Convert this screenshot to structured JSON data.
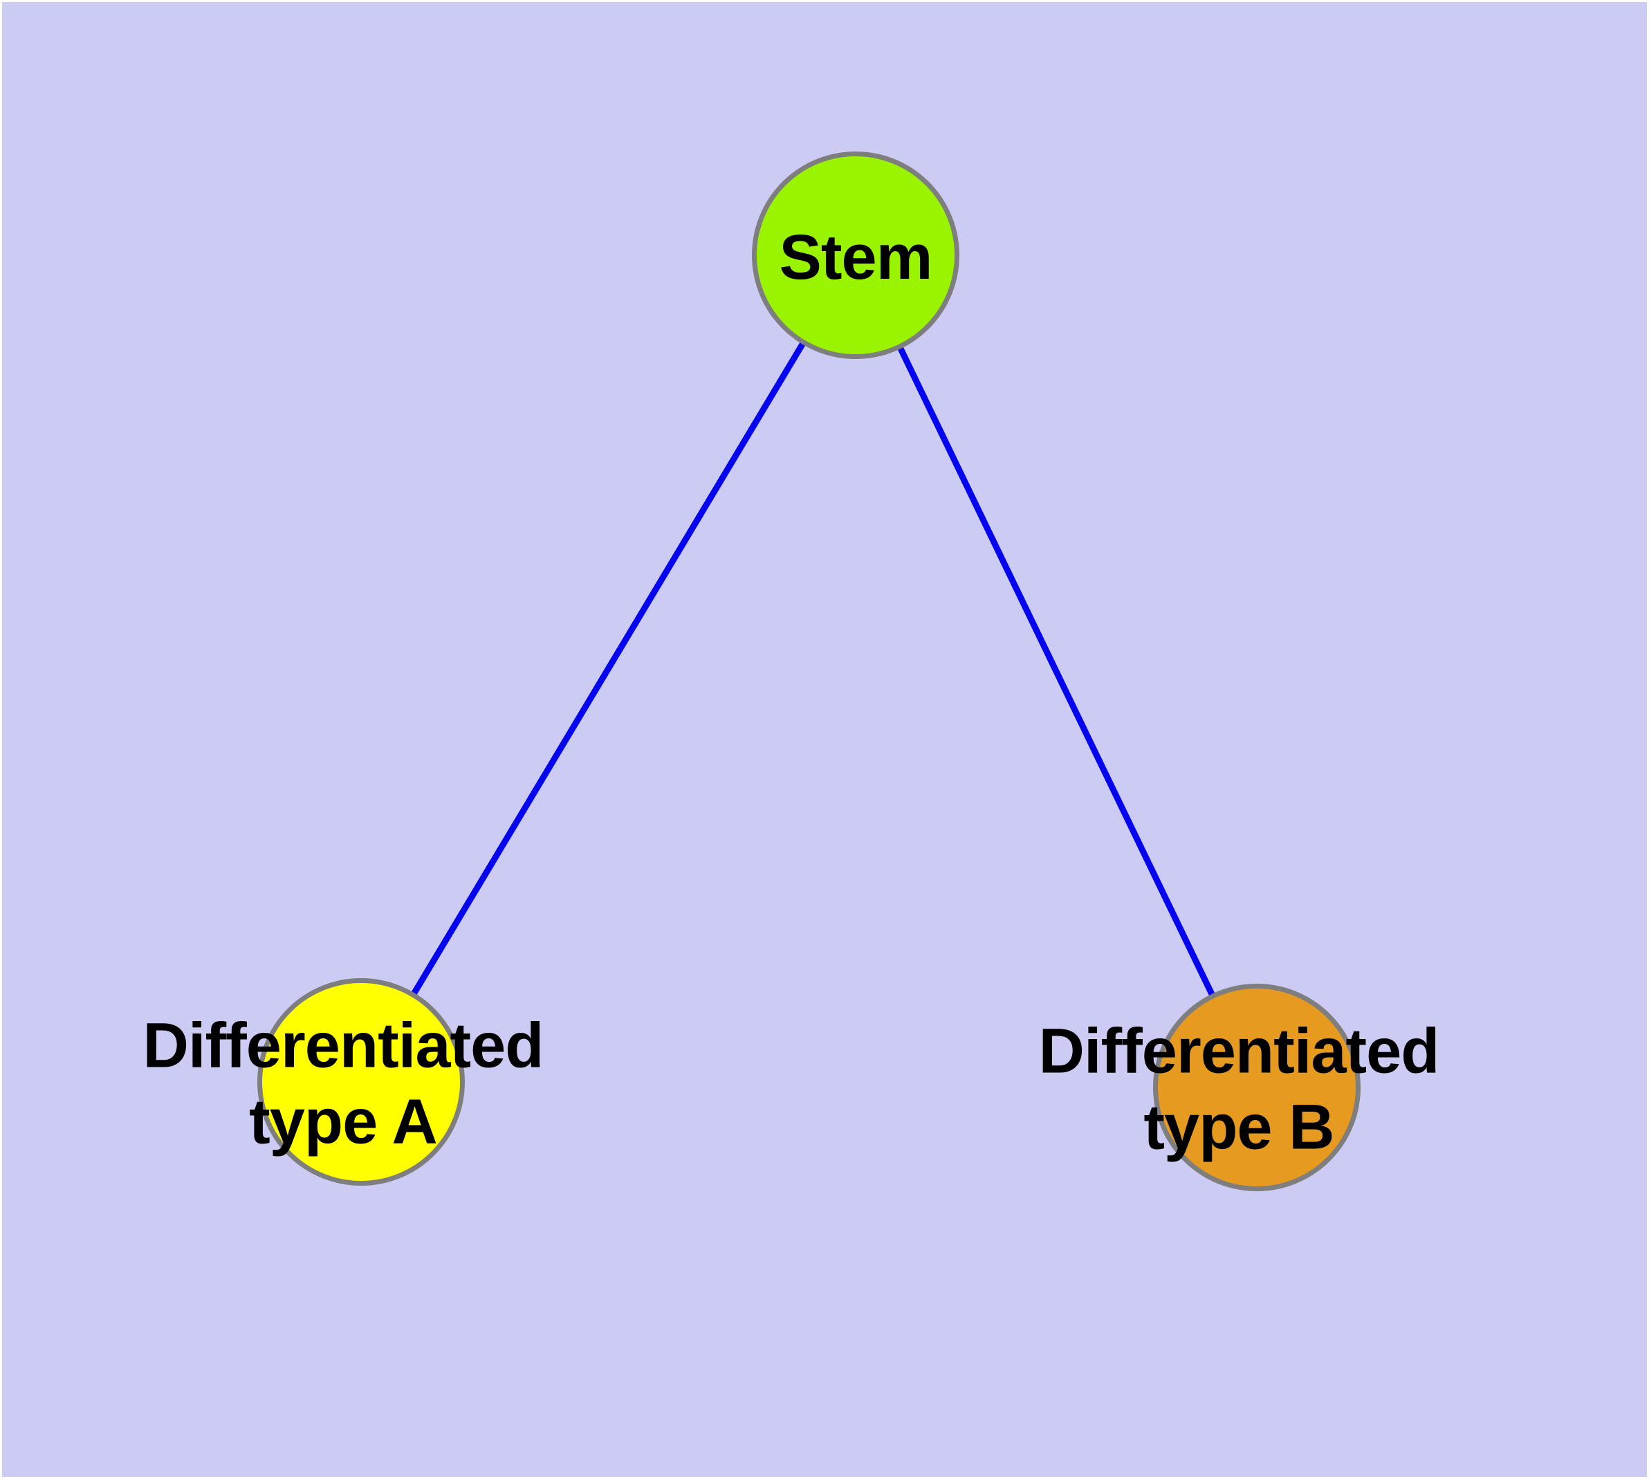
{
  "diagram": {
    "type": "node-link-graph",
    "background_color": "#cbcbf4",
    "frame_color": "#ffffff",
    "edge_color": "#0404f0",
    "node_border_color": "#7e7e7e",
    "label_color": "#000000",
    "nodes": [
      {
        "id": "stem",
        "label": "Stem",
        "fill": "#9af400"
      },
      {
        "id": "type-a",
        "label": "Differentiated\ntype A",
        "fill": "#ffff00"
      },
      {
        "id": "type-b",
        "label": "Differentiated\ntype B",
        "fill": "#e79a20"
      }
    ],
    "edges": [
      {
        "from": "Stem",
        "to": "Differentiated type A"
      },
      {
        "from": "Stem",
        "to": "Differentiated type B"
      }
    ]
  }
}
